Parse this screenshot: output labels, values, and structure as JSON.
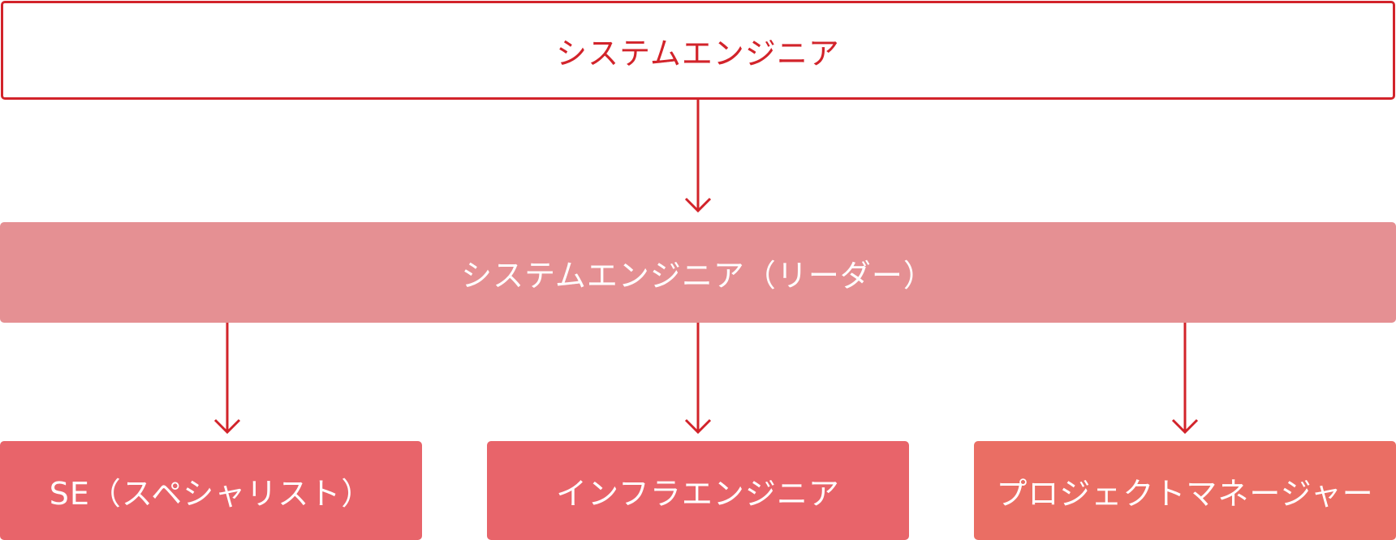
{
  "diagram": {
    "top": {
      "label": "システムエンジニア"
    },
    "leader": {
      "label": "システムエンジニア（リーダー）"
    },
    "children": [
      {
        "label": "SE（スペシャリスト）"
      },
      {
        "label": "インフラエンジニア"
      },
      {
        "label": "プロジェクトマネージャー"
      }
    ]
  },
  "colors": {
    "accent": "#d2232a",
    "leader_fill": "#e59093",
    "child_fill": "#e8646a",
    "pm_fill": "#ea6e64"
  }
}
